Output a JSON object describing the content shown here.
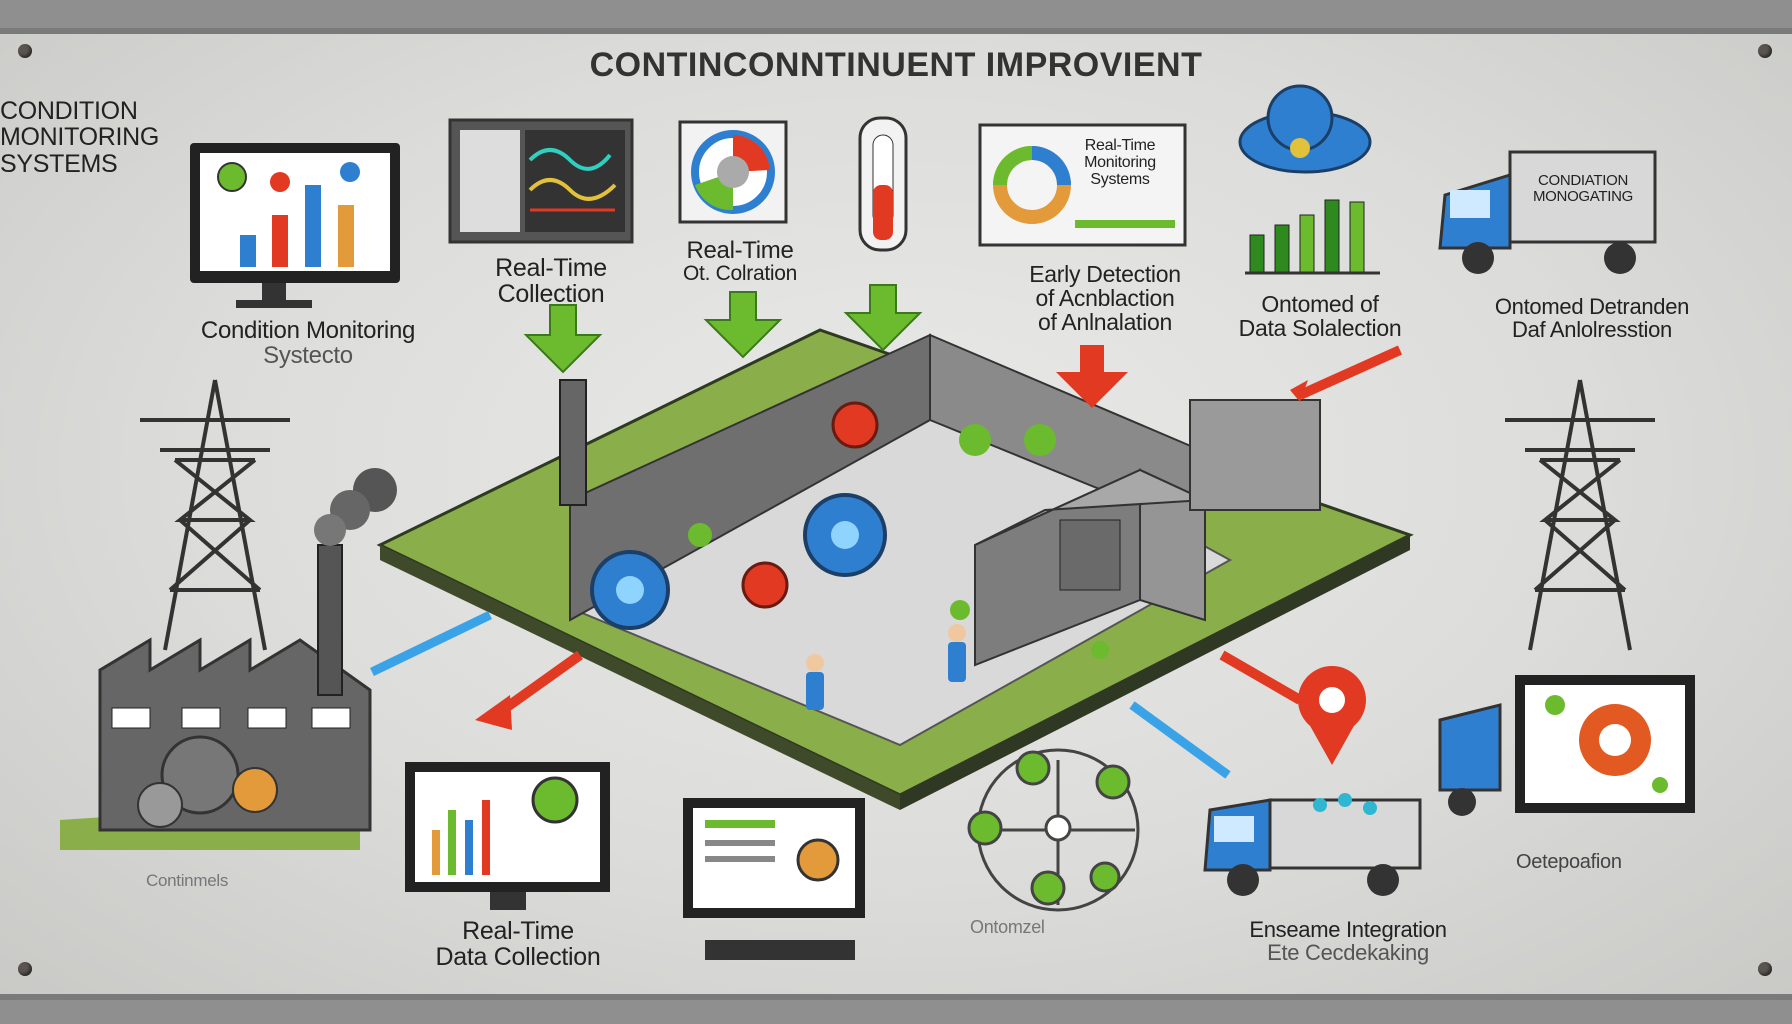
{
  "title": "CONTINCONNTINUENT IMPROVIENT",
  "labels": {
    "top_left_heading": [
      "CONDITION",
      "MONITORING",
      "SYSTEMS"
    ],
    "condition_monitoring": [
      "Condition Monitoring",
      "Systecto"
    ],
    "real_time_collection": [
      "Real-Time",
      "Collection"
    ],
    "real_time_colration": [
      "Real-Time",
      "Ot. Colration"
    ],
    "screen_realtime_monitoring": [
      "Real-Time",
      "Monitoring",
      "Systems"
    ],
    "early_detection": [
      "Early Detection",
      "of Acnblaction",
      "of Anlnalation"
    ],
    "ontomed_data_solalection": [
      "Ontomed of",
      "Data Solalection"
    ],
    "ontomed_detranden": [
      "Ontomed Detranden",
      "Daf Anlolresstion"
    ],
    "truck_sign": [
      "CONDIATION",
      "MONOGATING"
    ],
    "continmels": "Continmels",
    "bottom_realtime": [
      "Real-Time",
      "Data Collection"
    ],
    "ontomzel": "Ontomzel",
    "enseame": [
      "Enseame Integration",
      "Ete Cecdekaking"
    ],
    "oetepoafion": "Oetepoafion"
  },
  "colors": {
    "board": "#dcdcda",
    "accent_green": "#6cbb2e",
    "accent_red": "#e23a22",
    "accent_blue": "#3a8fd9",
    "platform": "#8aae4a",
    "building": "#7d7d7d"
  }
}
